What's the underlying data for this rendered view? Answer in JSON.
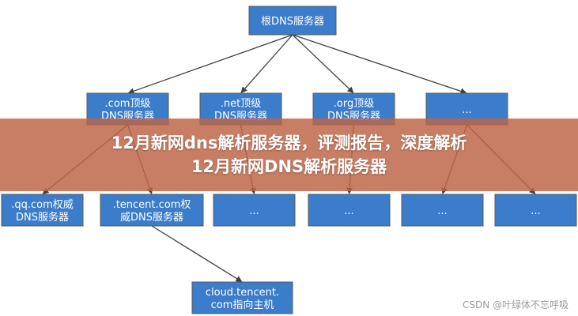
{
  "diagram": {
    "root": {
      "line1": "根DNS服务器"
    },
    "tlds": [
      {
        "line1": ".com顶级",
        "line2": "DNS服务器"
      },
      {
        "line1": ".net顶级",
        "line2": "DNS服务器"
      },
      {
        "line1": ".org顶级",
        "line2": "DNS服务器"
      },
      {
        "line1": "...",
        "line2": ""
      }
    ],
    "authoritative": [
      {
        "line1": ".qq.com权威",
        "line2": "DNS服务器"
      },
      {
        "line1": ".tencent.com权",
        "line2": "威DNS服务器"
      },
      {
        "line1": "...",
        "line2": ""
      },
      {
        "line1": "...",
        "line2": ""
      },
      {
        "line1": "...",
        "line2": ""
      },
      {
        "line1": "...",
        "line2": ""
      }
    ],
    "host": {
      "line1": "cloud.tencent.",
      "line2": "com指向主机"
    }
  },
  "banner": {
    "line1": "12月新网dns解析服务器，评测报告，深度解析",
    "line2": "12月新网DNS解析服务器"
  },
  "watermark": "CSDN @叶绿体不忘呼吸",
  "colors": {
    "node_fill": "#3b7ccb",
    "banner": "#bd6546"
  }
}
